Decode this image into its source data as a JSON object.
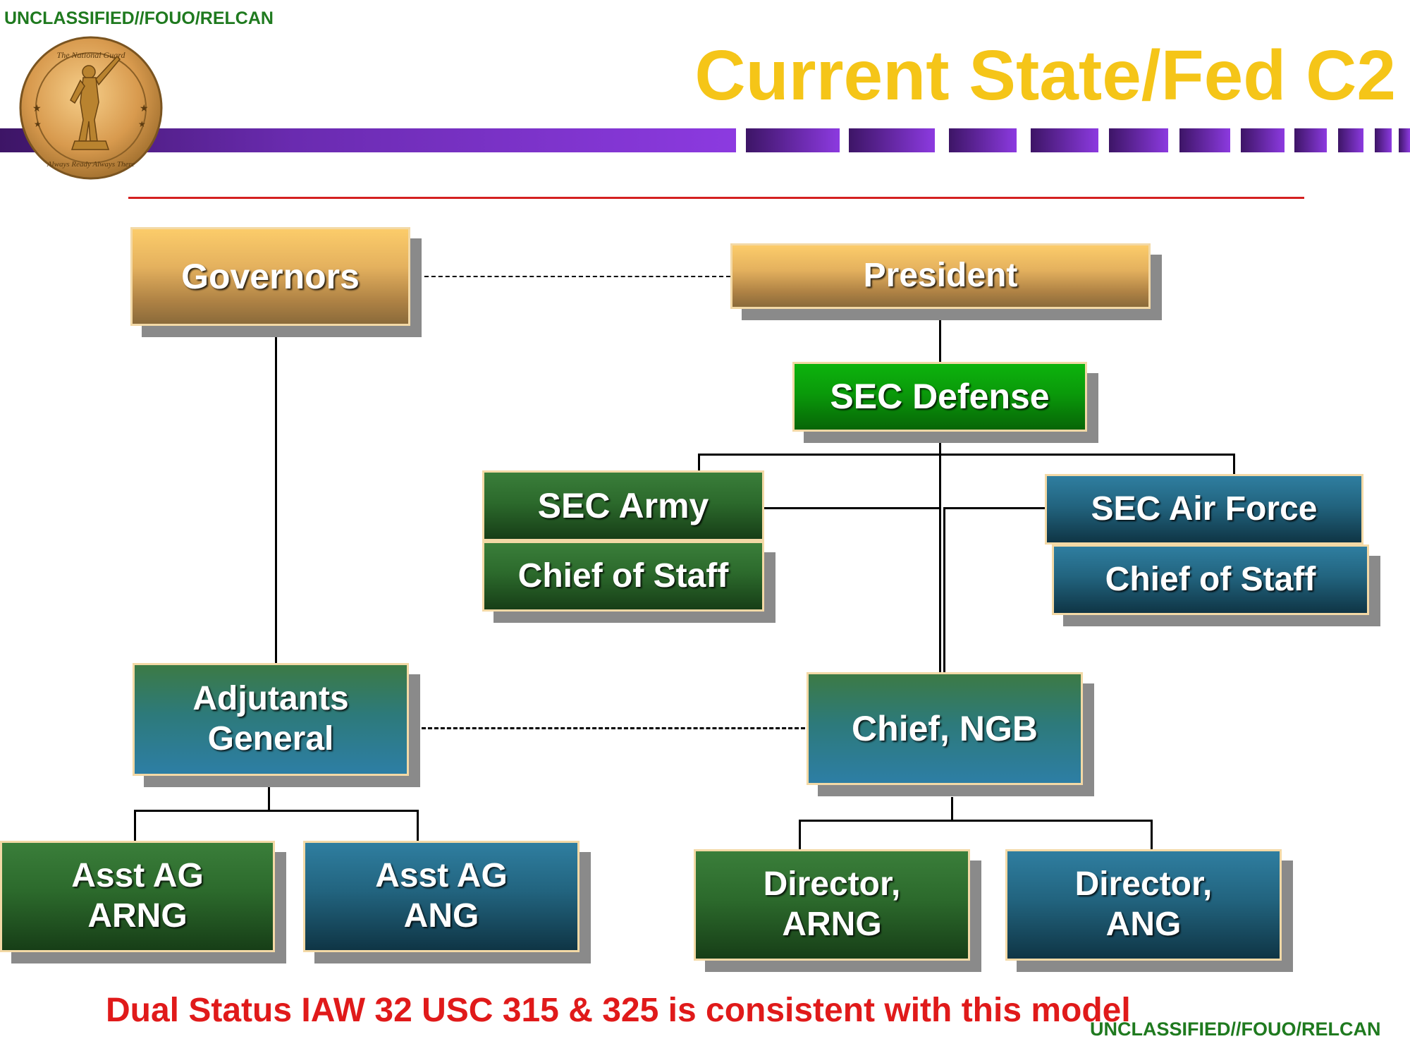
{
  "header": {
    "classification_top": "UNCLASSIFIED//FOUO/RELCAN",
    "title": "Current State/Fed C2"
  },
  "seal": {
    "icon": "national-guard-seal-icon",
    "text_top": "The National Guard",
    "text_bottom": "Always Ready   Always There"
  },
  "colors": {
    "title": "#f5c518",
    "banner": "#8c3ae0",
    "divider": "#d42020",
    "footer": "#e01a1a",
    "classification": "#1f7a1f"
  },
  "boxes": {
    "governors": "Governors",
    "president": "President",
    "sec_defense": "SEC Defense",
    "sec_army": "SEC Army",
    "army_chief_of_staff": "Chief of Staff",
    "sec_air_force": "SEC Air Force",
    "af_chief_of_staff": "Chief of Staff",
    "adjutants_general": "Adjutants\nGeneral",
    "chief_ngb": "Chief, NGB",
    "asst_ag_arng": "Asst AG\nARNG",
    "asst_ag_ang": "Asst AG\nANG",
    "director_arng": "Director,\nARNG",
    "director_ang": "Director,\nANG"
  },
  "footer": {
    "note": "Dual Status IAW 32 USC 315 & 325 is consistent with this model",
    "classification_bottom": "UNCLASSIFIED//FOUO/RELCAN"
  }
}
